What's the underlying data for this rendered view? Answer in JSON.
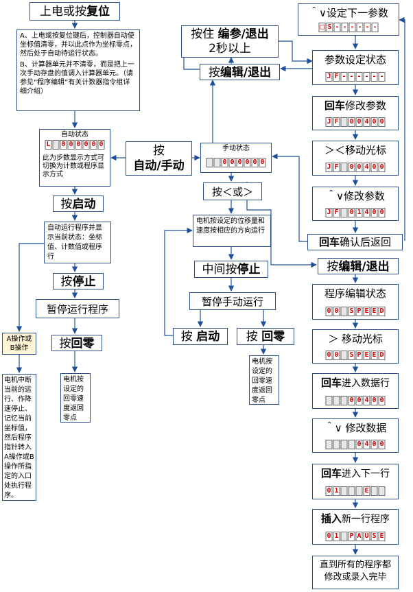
{
  "left": {
    "power_on": {
      "prefix": "上电或按",
      "bold": "复位"
    },
    "note_a": "A、上电或按复位键后，控制器自动使坐标值清零，并以此点作为坐标零点，然后处于自动待运行状态。",
    "note_b": "B、计算器单元并不清零，而是把上一次手动存盘的值调入计算器单元。（请参见“程序编辑”有关计数器指令组详细介绍）",
    "auto_state": {
      "title": "自动状态",
      "desc": "此为步数显示方式可切换为计数或程序显示方式",
      "cells": [
        "L",
        "",
        "0",
        "0",
        "0",
        "0",
        "0",
        "0"
      ]
    },
    "start": {
      "prefix": "按",
      "bold": "启动"
    },
    "running": "自动运行程序并显示当前状态：坐标值、计数值或程序行",
    "stop": {
      "prefix": "按",
      "bold": "停止"
    },
    "pause": "暂停运行程序",
    "home": {
      "prefix": "按",
      "bold": "回零"
    },
    "home_desc": "电机按设定的回零速度返回零点",
    "ab": "A操作或B操作",
    "ab_desc": "电机中断当前的运行、作降速停止、记忆当前坐标值，然后程序指针转入A操作或B操作所指定的入口处执行程序。"
  },
  "middle": {
    "switch": {
      "prefix": "按",
      "bold": "自动/手动"
    },
    "manual_state": {
      "title": "手动状态",
      "cells": [
        "",
        "",
        "0",
        "0",
        "0",
        "0",
        "0",
        "0"
      ]
    },
    "press_lr": "按＜或＞",
    "manual_move": "电机按设定的位移量和速度按相应的方向运行",
    "mid_stop": {
      "prefix": "中间按",
      "bold": "停止"
    },
    "pause_manual": "暂停手动运行",
    "start": {
      "prefix": "按",
      "bold": "启动"
    },
    "home": {
      "prefix": "按",
      "bold": "回零"
    },
    "home_desc": "电机按设定的回零速度返回零点",
    "hold": {
      "prefix": "按住",
      "bold": "编参/退出",
      "line2": "2秒以上"
    },
    "edit_exit": {
      "prefix": "按",
      "bold": "编辑/退出"
    }
  },
  "right": {
    "set_next": {
      "label": "＾∨设定下一参数",
      "cells": [
        "□",
        "S",
        "-",
        "-",
        "-",
        "-",
        "-",
        "-"
      ]
    },
    "param_state": {
      "label": "参数设定状态",
      "cells": [
        "J",
        "F",
        "-",
        "-",
        "-",
        "-",
        "-",
        "-"
      ]
    },
    "enter_modify": {
      "bold": "回车",
      "label": "修改参数",
      "cells": [
        "J",
        "F",
        "",
        "0",
        "0",
        "4",
        "0",
        "0"
      ]
    },
    "move_cursor": {
      "label": "＞＜移动光标",
      "cells": [
        "J",
        "F",
        "",
        "0",
        "0",
        "4",
        "0",
        "0"
      ]
    },
    "modify_param": {
      "label": "＾∨修改参数",
      "cells": [
        "J",
        "F",
        "",
        "0",
        "1",
        "4",
        "0",
        "0"
      ]
    },
    "confirm_back": {
      "bold": "回车",
      "label": "确认后返回"
    },
    "edit_exit": {
      "prefix": "按",
      "bold": "编辑/退出"
    },
    "prog_edit": {
      "label": "程序编辑状态",
      "cells": [
        "0",
        "0",
        "",
        "S",
        "P",
        "E",
        "E",
        "D"
      ]
    },
    "cursor_right": {
      "label": "＞ 移动光标",
      "cells": [
        "0",
        "0",
        "",
        "S",
        "P",
        "E",
        "E",
        "D"
      ]
    },
    "enter_data": {
      "bold": "回车",
      "label": "进入数据行",
      "cells": [
        "",
        "",
        "",
        "0",
        "0",
        "4",
        "0",
        "0"
      ]
    },
    "modify_data": {
      "label": "＾∨ 修改数据",
      "cells": [
        "",
        "",
        "",
        "",
        "0",
        "4",
        "0",
        "0"
      ]
    },
    "enter_next": {
      "bold": "回车",
      "label": "进入下一行",
      "cells": [
        "0",
        "1",
        "",
        "",
        "",
        "E",
        "",
        ""
      ]
    },
    "insert": {
      "bold": "插入",
      "label": "新一行程序",
      "cells": [
        "0",
        "1",
        "",
        "P",
        "A",
        "U",
        "S",
        "E"
      ]
    },
    "finish": "直到所有的程序都修改或录入完毕"
  },
  "colors": {
    "border": "#2a4f8f",
    "arrow": "#1f4e9a",
    "digit": "#d00000",
    "note_fill": "#fff4d6"
  }
}
